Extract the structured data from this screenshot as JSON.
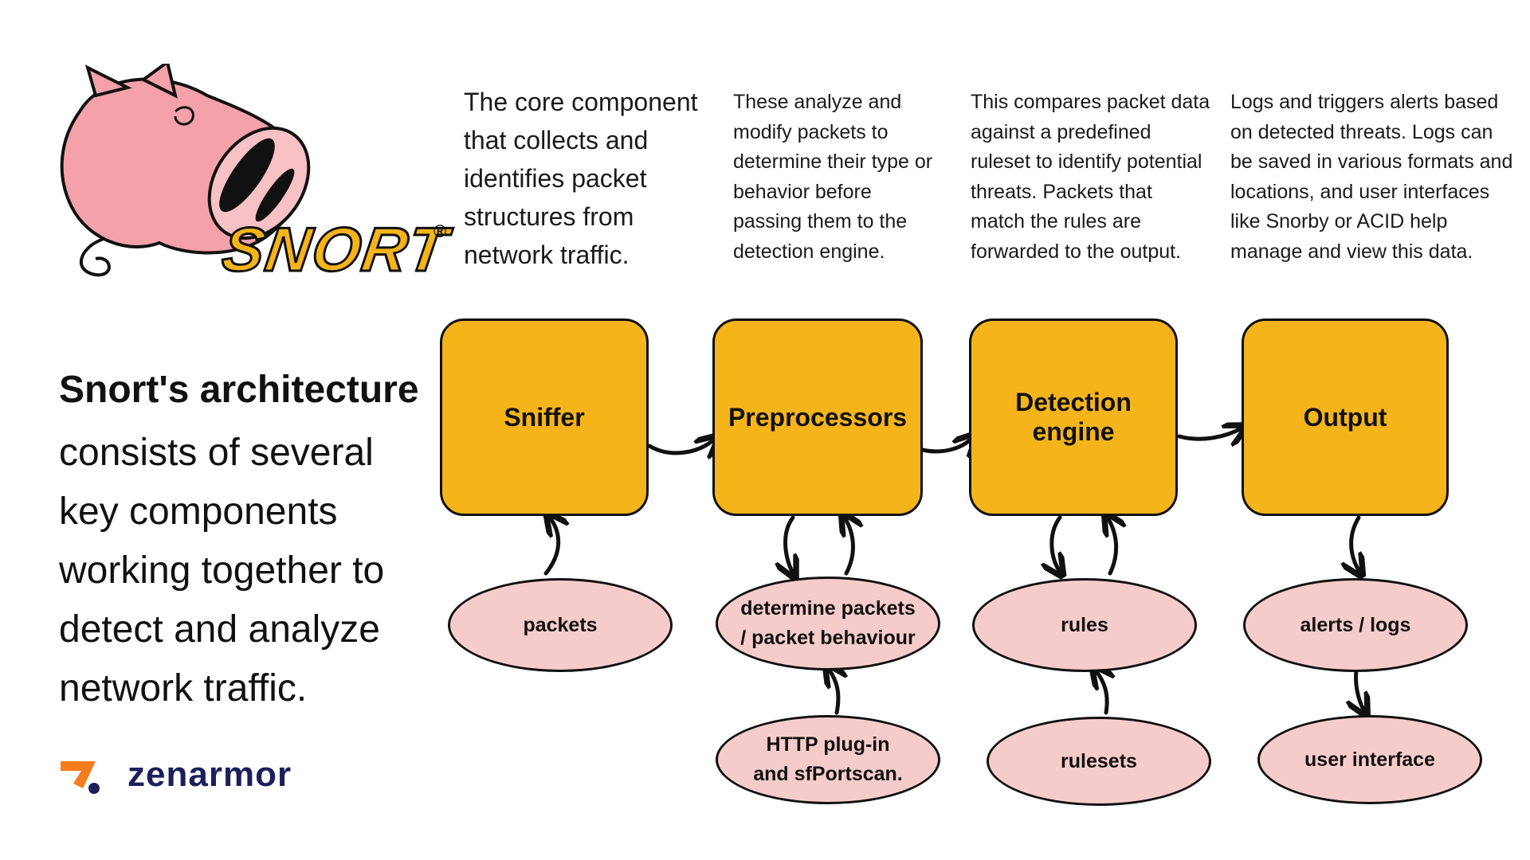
{
  "logo": {
    "name": "SNORT",
    "registered": "®",
    "icon": "pig-mascot-icon"
  },
  "intro": {
    "headline": "Snort's architecture",
    "body": "consists of several\nkey components\nworking together to\ndetect and analyze\nnetwork traffic."
  },
  "descriptions": [
    "The core component\nthat collects and\nidentifies packet\nstructures from\nnetwork traffic.",
    "These analyze and\nmodify packets to\ndetermine their type or\nbehavior before\npassing them to the\ndetection engine.",
    "This compares packet data\nagainst a predefined\nruleset to identify potential\nthreats. Packets that\nmatch the rules are\nforwarded to the output.",
    "Logs and triggers alerts based\non detected threats. Logs can\nbe saved in various formats and\nlocations, and user interfaces\nlike Snorby or ACID help\nmanage and view this data."
  ],
  "components": [
    "Sniffer",
    "Preprocessors",
    "Detection engine",
    "Output"
  ],
  "inputs": {
    "sniffer": "packets",
    "preprocessors": "determine  packets\n/ packet behaviour",
    "preprocessors_source": "HTTP plug-in\nand sfPortscan.",
    "detection": "rules",
    "detection_source": "rulesets",
    "output": "alerts / logs",
    "output_target": "user interface"
  },
  "brand": {
    "name": "zenarmor",
    "icon": "zenarmor-logo-icon"
  },
  "colors": {
    "box": "#f5b41a",
    "oval": "#f6cccb",
    "brand": "#1c1f5c",
    "brand_mark": "#f57c1f"
  }
}
